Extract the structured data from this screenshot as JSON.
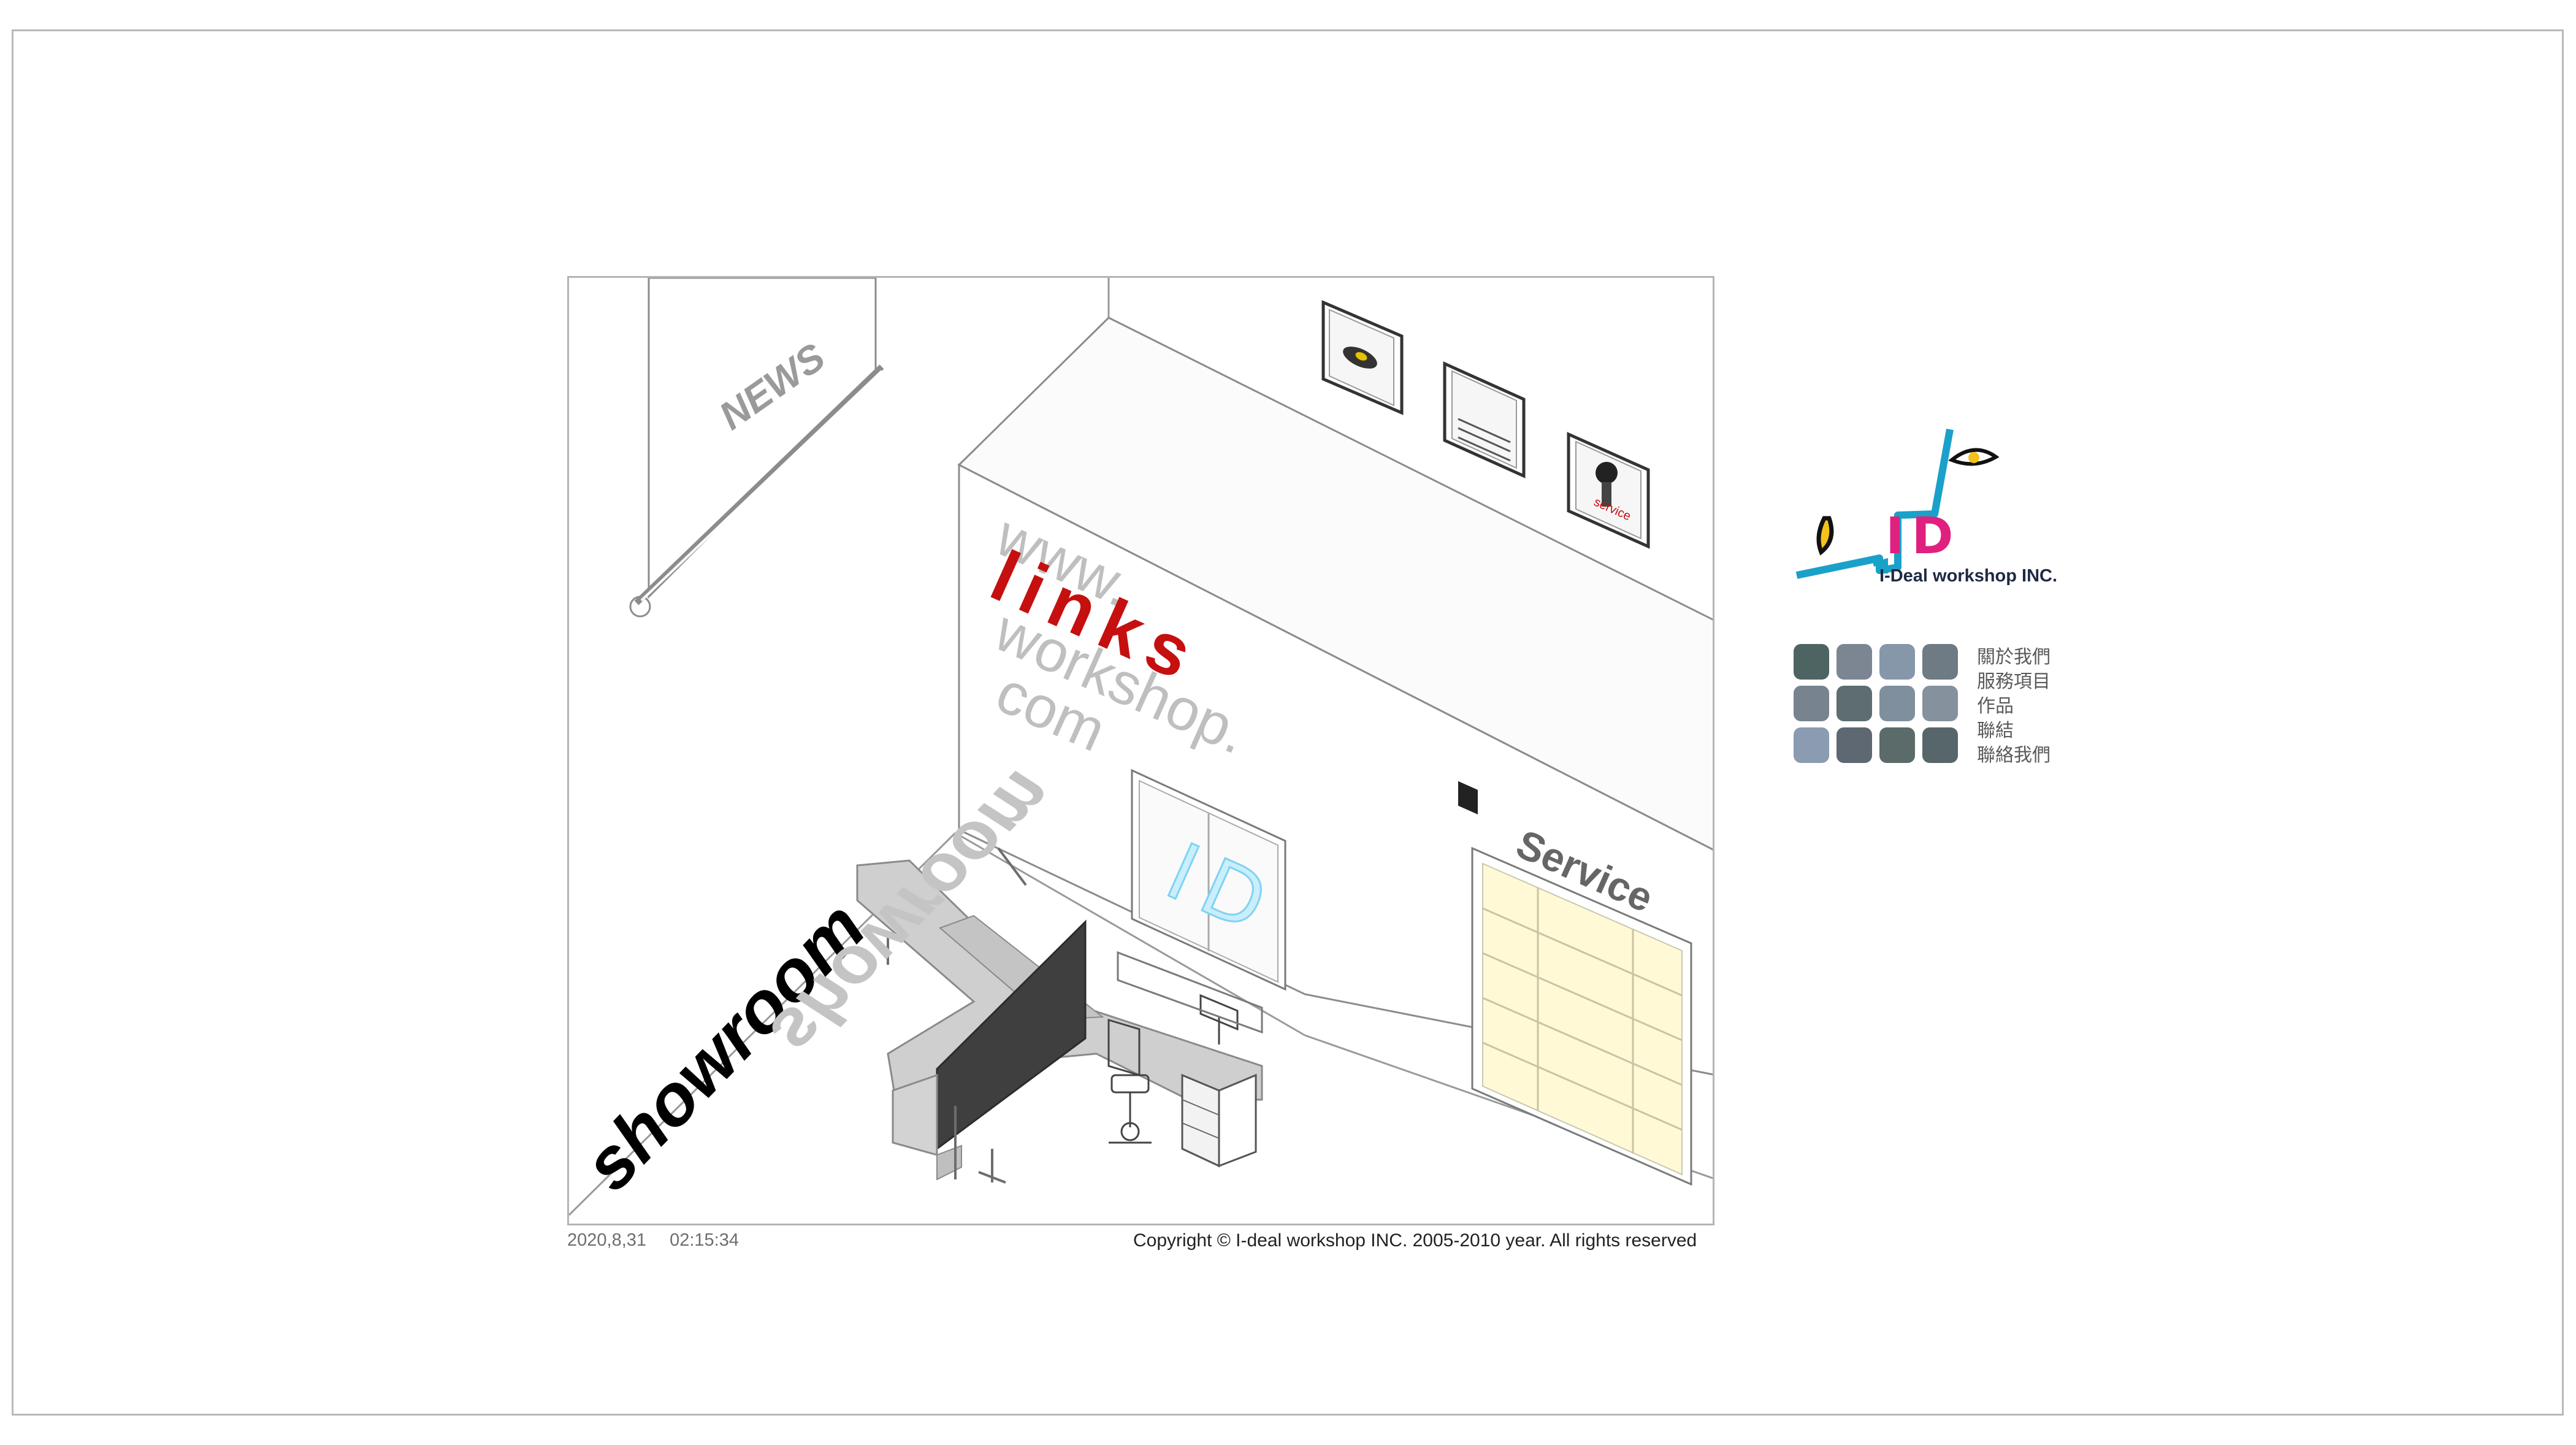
{
  "scene": {
    "news_sign": "NEWS",
    "wall_www": "www.",
    "wall_links": "links",
    "wall_workshop": "workshop.",
    "wall_com": "com",
    "door_logo": "ID",
    "service_sign": "Service",
    "showroom_label": "showroom",
    "frame_service_caption": "service"
  },
  "footer": {
    "date": "2020,8,31",
    "time": "02:15:34",
    "copyright": "Copyright © I-deal workshop INC. 2005-2010 year. All rights reserved"
  },
  "logo": {
    "mark": "ID",
    "company": "I-Deal workshop INC."
  },
  "nav": {
    "tile_colors": [
      [
        "#4e6462",
        "#7c8693",
        "#8697aa",
        "#6e7a84"
      ],
      [
        "#77838e",
        "#5d6d70",
        "#7f8f9e",
        "#85919d"
      ],
      [
        "#8a9bb2",
        "#5e6872",
        "#5a6b6a",
        "#56666a"
      ]
    ],
    "items": [
      "關於我們",
      "服務項目",
      "作品",
      "聯結",
      "聯絡我們"
    ]
  },
  "colors": {
    "accent_red": "#c60f0f",
    "logo_cyan": "#1aa1c9",
    "logo_magenta": "#e0207f",
    "logo_yellow": "#f3c21b"
  }
}
